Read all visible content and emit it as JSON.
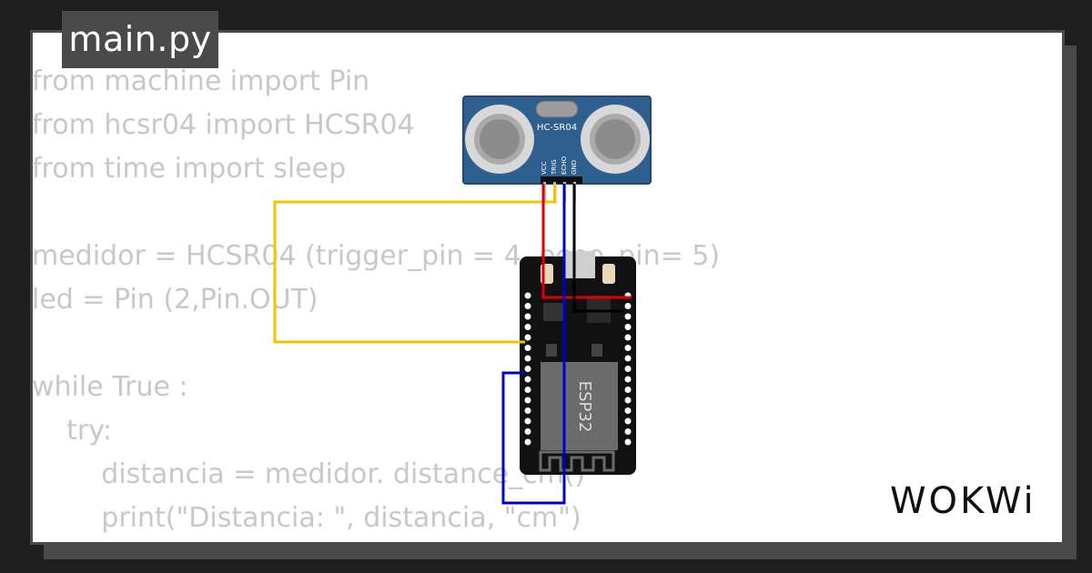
{
  "tab": {
    "filename": "main.py"
  },
  "code": {
    "lines": [
      "from machine import Pin",
      "from hcsr04 import HCSR04",
      "from time import sleep",
      "",
      "medidor = HCSR04 (trigger_pin = 4, echo_pin= 5)",
      "led = Pin (2,Pin.OUT)",
      "",
      "while True :",
      "    try:",
      "        distancia = medidor. distance_cm()",
      "        print(\"Distancia: \", distancia, \"cm\")"
    ]
  },
  "sensor": {
    "label": "HC-SR04",
    "pins": [
      "VCC",
      "TRIG",
      "ECHO",
      "GND"
    ]
  },
  "board": {
    "chip_label": "ESP32"
  },
  "brand": {
    "logo": "WOKWi"
  },
  "colors": {
    "wire_vcc": "#e00000",
    "wire_trig": "#f5c400",
    "wire_echo": "#0000cc",
    "wire_gnd": "#000000",
    "sensor_blue": "#2f5f8f"
  }
}
